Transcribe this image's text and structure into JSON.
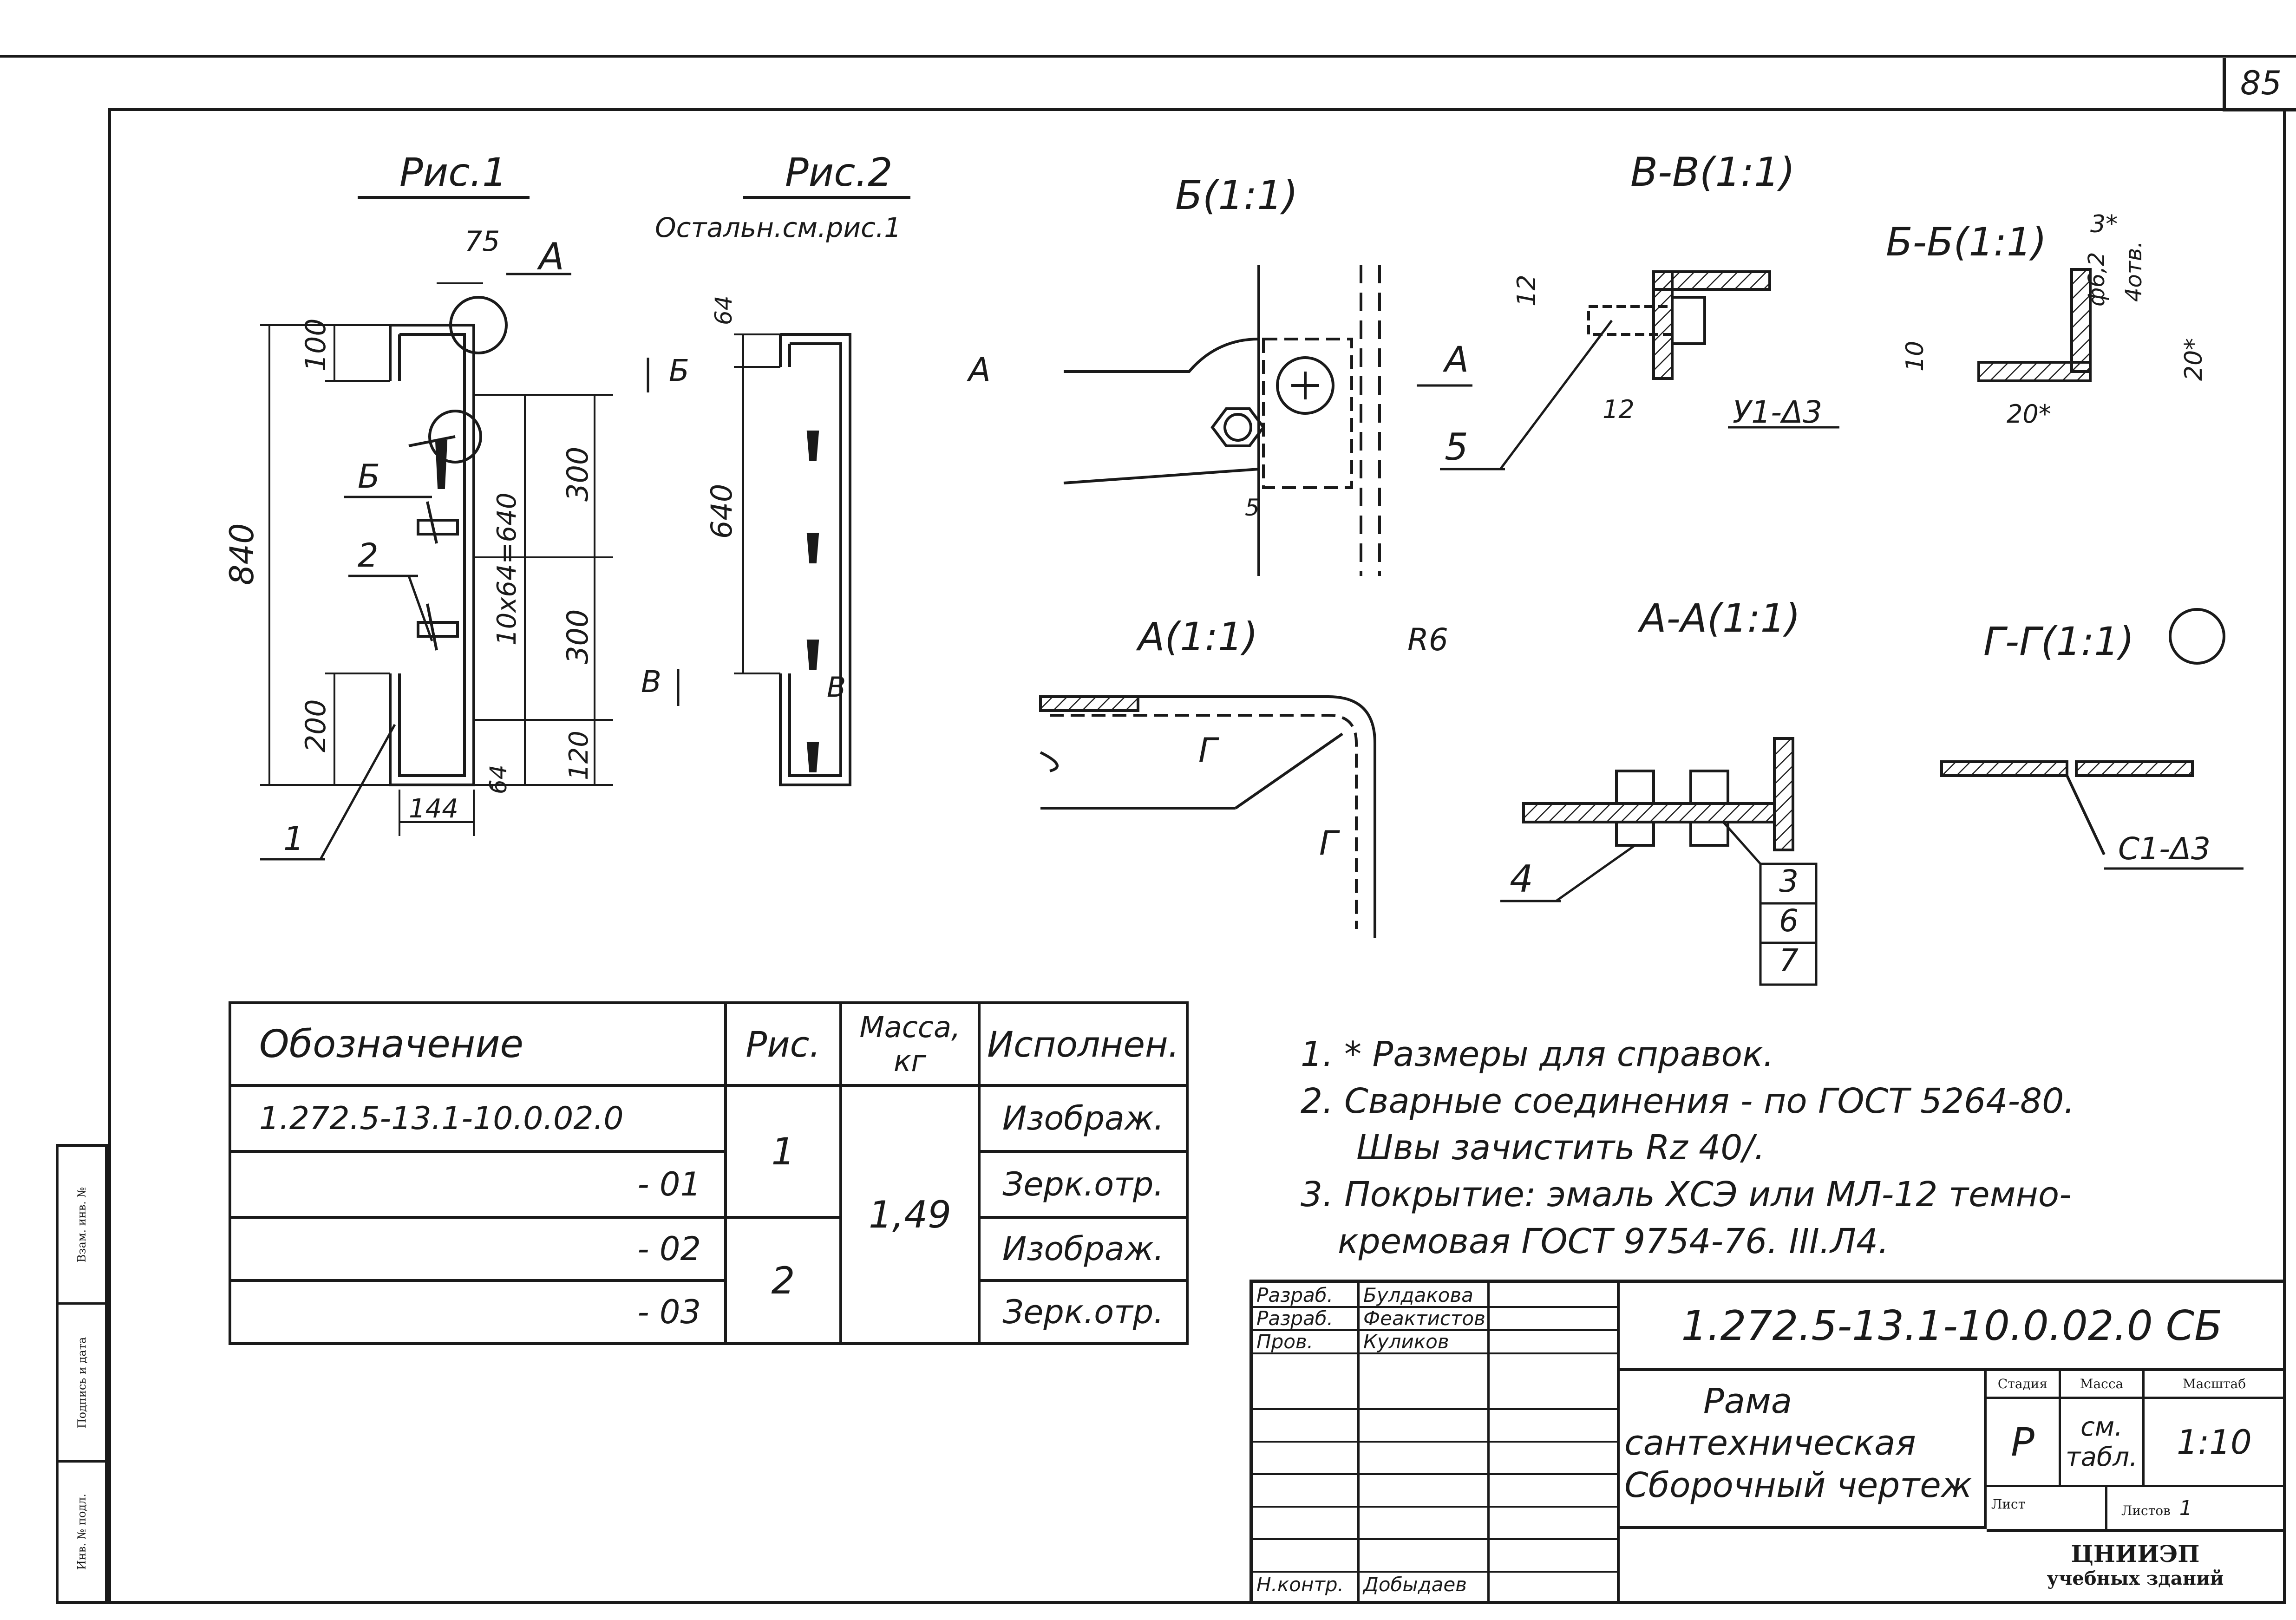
{
  "page": {
    "number": "85"
  },
  "drawing": {
    "fig1_title": "Рис.1",
    "fig2_title": "Рис.2",
    "fig2_note": "Остальн.см.рис.1",
    "view_b": "Б(1:1)",
    "section_vv": "В-В(1:1)",
    "section_bb": "Б-Б(1:1)",
    "view_a": "А(1:1)",
    "section_aa": "А-А(1:1)",
    "section_gg": "Г-Г(1:1)",
    "dims": {
      "d75": "75",
      "d100": "100",
      "d840": "840",
      "d200": "200",
      "d144": "144",
      "d300a": "300",
      "d300b": "300",
      "d640expr": "10x64=640",
      "d120": "120",
      "d64": "64",
      "f2_64": "64",
      "f2_640": "640",
      "vv_12a": "12",
      "vv_12b": "12",
      "bb_3": "3*",
      "bb_d": "ф6,2",
      "bb_holes": "4отв.",
      "bb_20v": "20*",
      "bb_10": "10",
      "bb_20h": "20*",
      "b_5": "5",
      "r6": "R6"
    },
    "labels": {
      "A": "А",
      "B": "Б",
      "V": "В",
      "G": "Г",
      "p1": "1",
      "p2": "2",
      "p3": "3",
      "p4": "4",
      "p5": "5",
      "p6": "6",
      "p7": "7",
      "weld1": "У1-Δ3",
      "weld2": "С1-Δ3"
    }
  },
  "spec_table": {
    "headers": [
      "Обозначение",
      "Рис.",
      "Масса, кг",
      "Исполнен."
    ],
    "rows": [
      {
        "code": "1.272.5-13.1-10.0.02.0",
        "variant": "Изображ."
      },
      {
        "code": "- 01",
        "variant": "Зерк.отр."
      },
      {
        "code": "- 02",
        "variant": "Изображ."
      },
      {
        "code": "- 03",
        "variant": "Зерк.отр."
      }
    ],
    "fig_1": "1",
    "fig_2": "2",
    "mass": "1,49"
  },
  "notes": [
    "1. * Размеры для справок.",
    "2. Сварные соединения - по ГОСТ 5264-80.",
    "Швы зачистить Rz 40/.",
    "3. Покрытие: эмаль ХСЭ или МЛ-12 темно-",
    "кремовая ГОСТ 9754-76. III.Л4."
  ],
  "title_block": {
    "doc_code": "1.272.5-13.1-10.0.02.0 СБ",
    "roles": [
      {
        "role": "Разраб.",
        "name": "Булдакова"
      },
      {
        "role": "Разраб.",
        "name": "Феактистов"
      },
      {
        "role": "Пров.",
        "name": "Куликов"
      }
    ],
    "n_kontr_role": "Н.контр.",
    "n_kontr_name": "Добыдаев",
    "name_lines": [
      "Рама",
      "сантехническая",
      "Сборочный чертеж"
    ],
    "stage_label": "Стадия",
    "mass_label": "Масса",
    "scale_label": "Масштаб",
    "stage": "Р",
    "mass": "см. табл.",
    "scale": "1:10",
    "sheet_label": "Лист",
    "sheets_label": "Листов",
    "sheets": "1",
    "org_line1": "ЦНИИЭП",
    "org_line2": "учебных зданий"
  },
  "side_strip": [
    "Взам. инв. №",
    "Подпись и дата",
    "Инв. № подл."
  ]
}
